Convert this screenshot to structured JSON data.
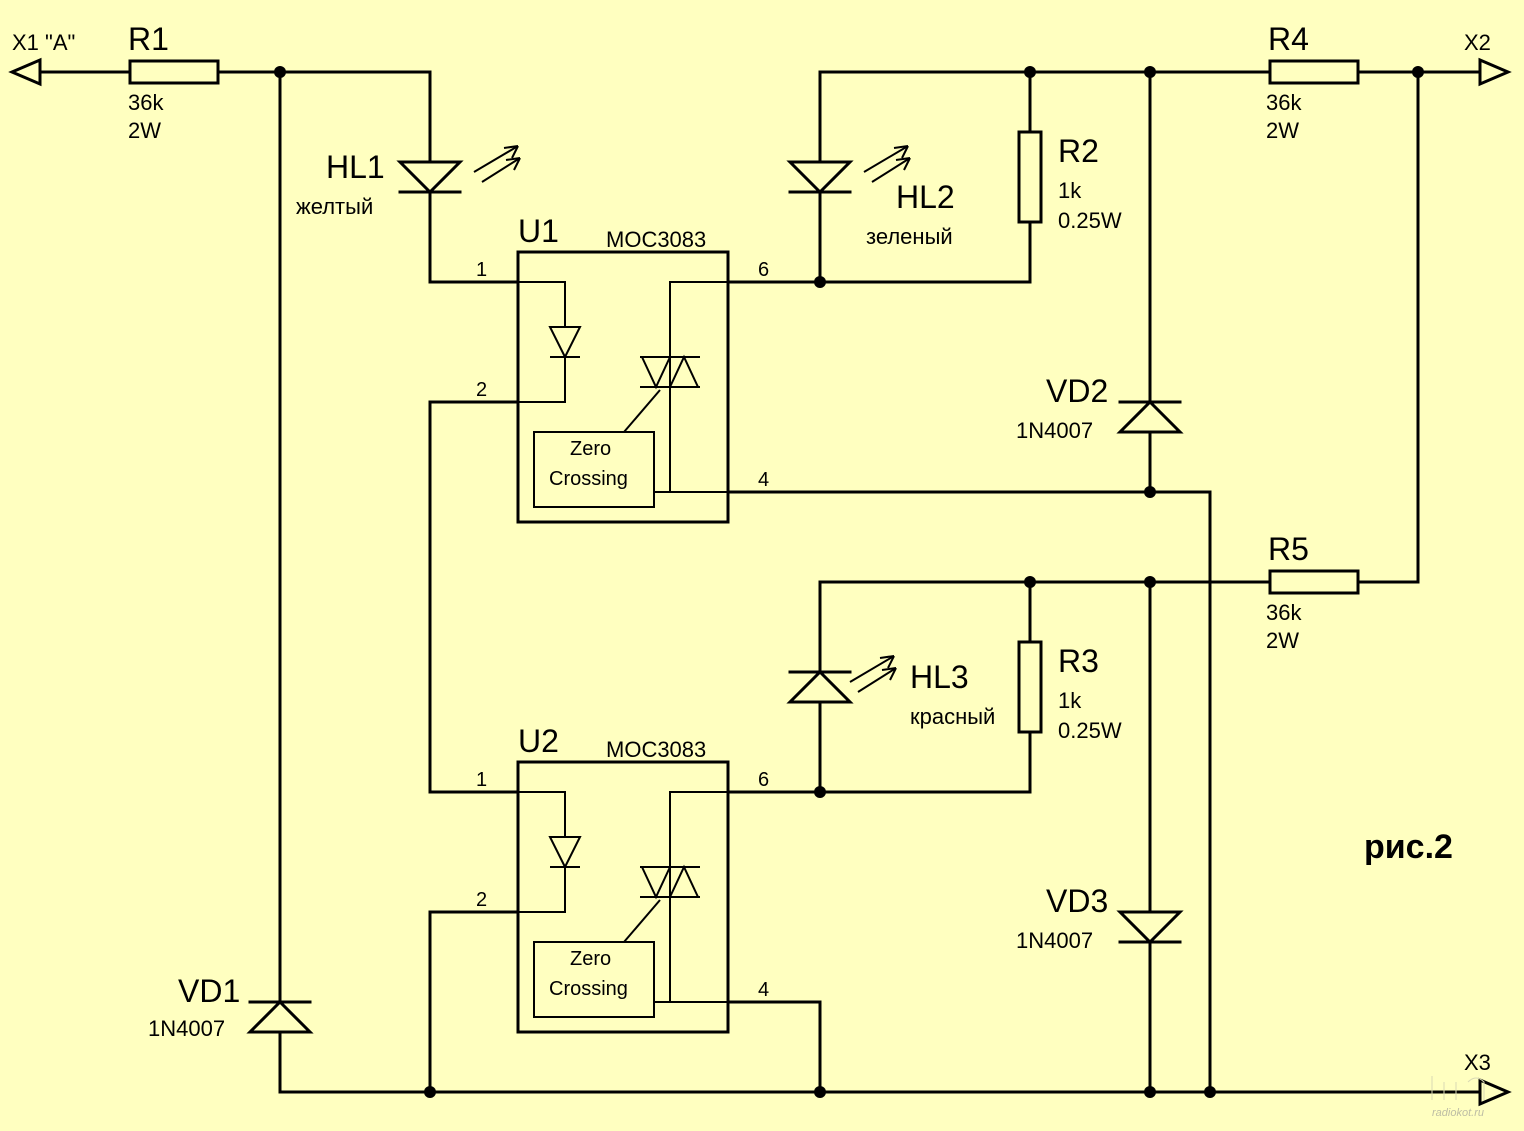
{
  "connectors": {
    "x1": "X1 \"A\"",
    "x2": "X2",
    "x3": "X3"
  },
  "resistors": {
    "r1": {
      "ref": "R1",
      "value": "36k",
      "power": "2W"
    },
    "r2": {
      "ref": "R2",
      "value": "1k",
      "power": "0.25W"
    },
    "r3": {
      "ref": "R3",
      "value": "1k",
      "power": "0.25W"
    },
    "r4": {
      "ref": "R4",
      "value": "36k",
      "power": "2W"
    },
    "r5": {
      "ref": "R5",
      "value": "36k",
      "power": "2W"
    }
  },
  "leds": {
    "hl1": {
      "ref": "HL1",
      "color": "желтый"
    },
    "hl2": {
      "ref": "HL2",
      "color": "зеленый"
    },
    "hl3": {
      "ref": "HL3",
      "color": "красный"
    }
  },
  "diodes": {
    "vd1": {
      "ref": "VD1",
      "part": "1N4007"
    },
    "vd2": {
      "ref": "VD2",
      "part": "1N4007"
    },
    "vd3": {
      "ref": "VD3",
      "part": "1N4007"
    }
  },
  "optocouplers": {
    "u1": {
      "ref": "U1",
      "part": "MOC3083",
      "zc_line1": "Zero",
      "zc_line2": "Crossing",
      "pins": {
        "p1": "1",
        "p2": "2",
        "p4": "4",
        "p6": "6"
      }
    },
    "u2": {
      "ref": "U2",
      "part": "MOC3083",
      "zc_line1": "Zero",
      "zc_line2": "Crossing",
      "pins": {
        "p1": "1",
        "p2": "2",
        "p4": "4",
        "p6": "6"
      }
    }
  },
  "figure_label": "рис.2",
  "watermark": "radiokot.ru",
  "colors": {
    "background": "#FFFFC0",
    "ink": "#000000"
  }
}
